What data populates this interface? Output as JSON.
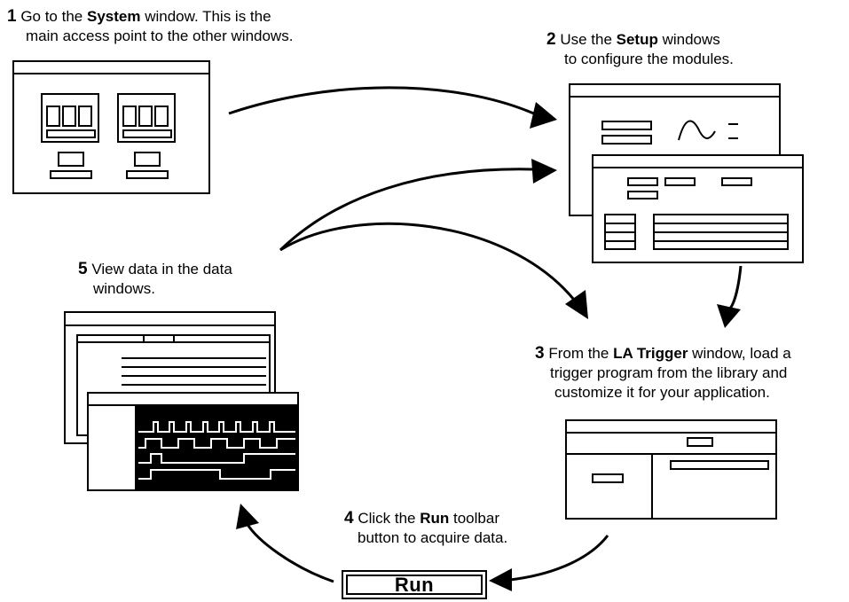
{
  "steps": {
    "s1": {
      "num": "1",
      "pre": "Go to the ",
      "bold": "System",
      "post": " window. This is the",
      "line2": "main access point to the other windows."
    },
    "s2": {
      "num": "2",
      "pre": "Use the ",
      "bold": "Setup",
      "post": " windows",
      "line2": "to configure the modules."
    },
    "s3": {
      "num": "3",
      "pre": "From the ",
      "bold": "LA Trigger",
      "post": " window, load a",
      "line2": "trigger program from the library and",
      "line3": "customize it for your application."
    },
    "s4": {
      "num": "4",
      "pre": "Click the ",
      "bold": "Run",
      "post": " toolbar",
      "line2": "button to acquire data."
    },
    "s5": {
      "num": "5",
      "pre": "View data in the data",
      "line2": "windows."
    }
  },
  "run_button": {
    "label": "Run"
  },
  "illustrations": [
    "system-window-icon",
    "setup-windows-icon",
    "la-trigger-window-icon",
    "data-windows-icon"
  ],
  "colors": {
    "ink": "#000000",
    "background": "#ffffff"
  }
}
